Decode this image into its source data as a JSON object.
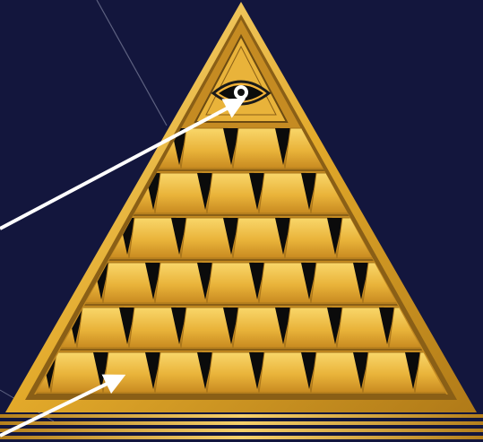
{
  "scene": {
    "subject": "pyramid-of-gold-bars-with-eye",
    "colors": {
      "background": "#13163d",
      "gold_light": "#f7d36a",
      "gold_mid": "#e2a92a",
      "gold_dark": "#a8741a",
      "slot_black": "#0b0b0b",
      "arrow": "#ffffff"
    },
    "rows_of_bars": 6,
    "base_stripes": 4
  }
}
